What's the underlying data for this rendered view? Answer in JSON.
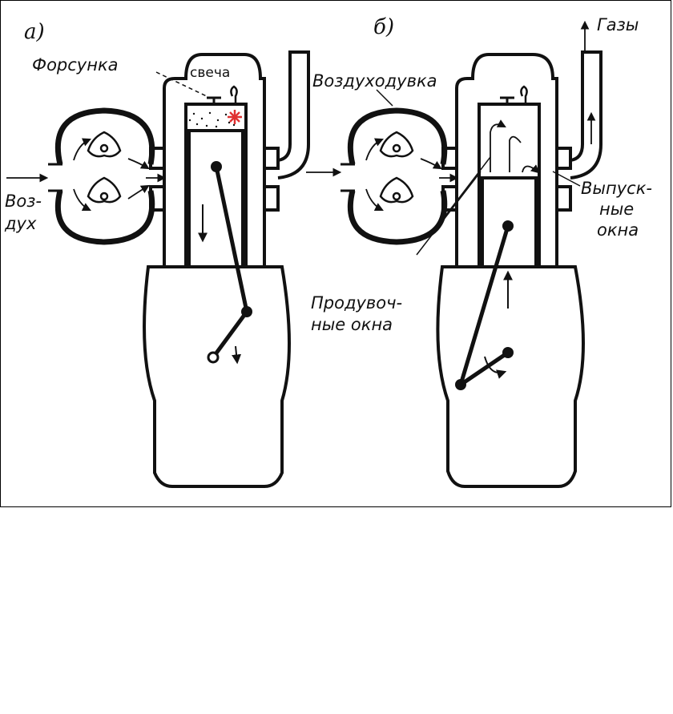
{
  "panels": {
    "a": {
      "label": "а)"
    },
    "b": {
      "label": "б)"
    }
  },
  "labels": {
    "injector": "Форсунка",
    "spark": "свеча",
    "air_line1": "Воз-",
    "air_line2": "дух",
    "blower": "Воздуходувка",
    "gases": "Газы",
    "exhaust_line1": "Выпуск-",
    "exhaust_line2": "ные",
    "exhaust_line3": "окна",
    "scavenge_line1": "Продувоч-",
    "scavenge_line2": "ные окна"
  },
  "colors": {
    "ink": "#111111",
    "spark": "#e03030",
    "background": "#ffffff"
  }
}
